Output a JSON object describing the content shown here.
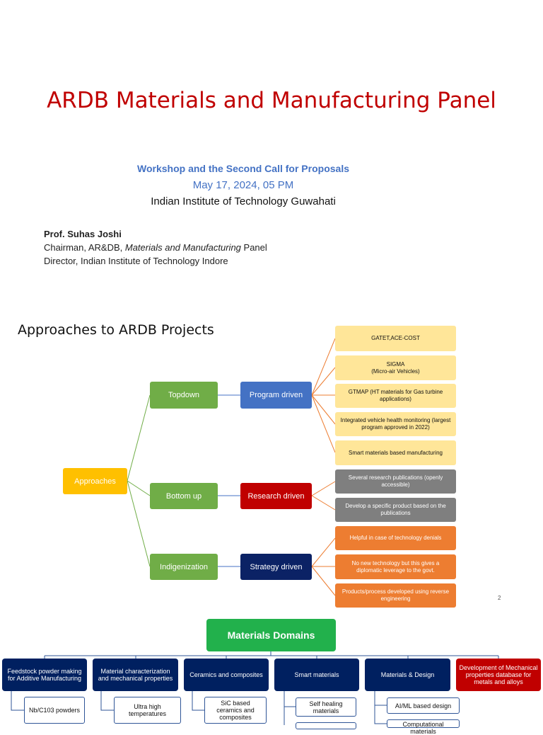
{
  "title": "ARDB Materials and Manufacturing Panel",
  "subtitle": {
    "event": "Workshop and the Second Call for Proposals",
    "date": "May 17, 2024, 05 PM",
    "venue": "Indian Institute of Technology Guwahati"
  },
  "presenter": {
    "name": "Prof. Suhas Joshi",
    "role_prefix": "Chairman, AR&DB, ",
    "role_italic": "Materials and Manufacturing",
    "role_suffix": " Panel",
    "affiliation": "Director, Indian Institute of Technology Indore"
  },
  "approaches": {
    "heading": "Approaches to ARDB Projects",
    "root": "Approaches",
    "level1": [
      "Topdown",
      "Bottom up",
      "Indigenization"
    ],
    "level2": [
      "Program driven",
      "Research driven",
      "Strategy driven"
    ],
    "program_items": [
      "GATET,ACE-COST",
      "SIGMA\n(Micro-air Vehicles)",
      "GTMAP (HT materials for Gas turbine applications)",
      "Integrated vehicle health monitoring (largest program approved in 2022)",
      "Smart materials based manufacturing"
    ],
    "research_items": [
      "Several research publications  (openly accessible)",
      "Develop a specific product based on the publications"
    ],
    "strategy_items": [
      "Helpful in case of technology denials",
      "No new technology but this gives a diplomatic leverage to the govt.",
      "Products/process developed using reverse engineering"
    ],
    "page_number": "2",
    "colors": {
      "green": "#70ad47",
      "blue": "#4472c4",
      "red": "#c00000",
      "navy": "#0b2265",
      "yellow": "#ffc000",
      "orange": "#ed7d31",
      "gray": "#7f7f7f"
    }
  },
  "domains": {
    "title": "Materials Domains",
    "columns": [
      {
        "label": "Feedstock powder making for Additive Manufacturing",
        "sub": [
          "Nb/C103 powders"
        ]
      },
      {
        "label": "Material characterization and mechanical properties",
        "sub": [
          "Ultra high temperatures"
        ]
      },
      {
        "label": "Ceramics and composites",
        "sub": [
          "SiC based ceramics and composites"
        ]
      },
      {
        "label": "Smart materials",
        "sub": [
          "Self healing materials"
        ]
      },
      {
        "label": "Materials & Design",
        "sub": [
          "AI/ML based design",
          "Computational materials"
        ]
      },
      {
        "label": "Development of Mechanical properties database for metals and alloys",
        "sub": []
      }
    ]
  }
}
